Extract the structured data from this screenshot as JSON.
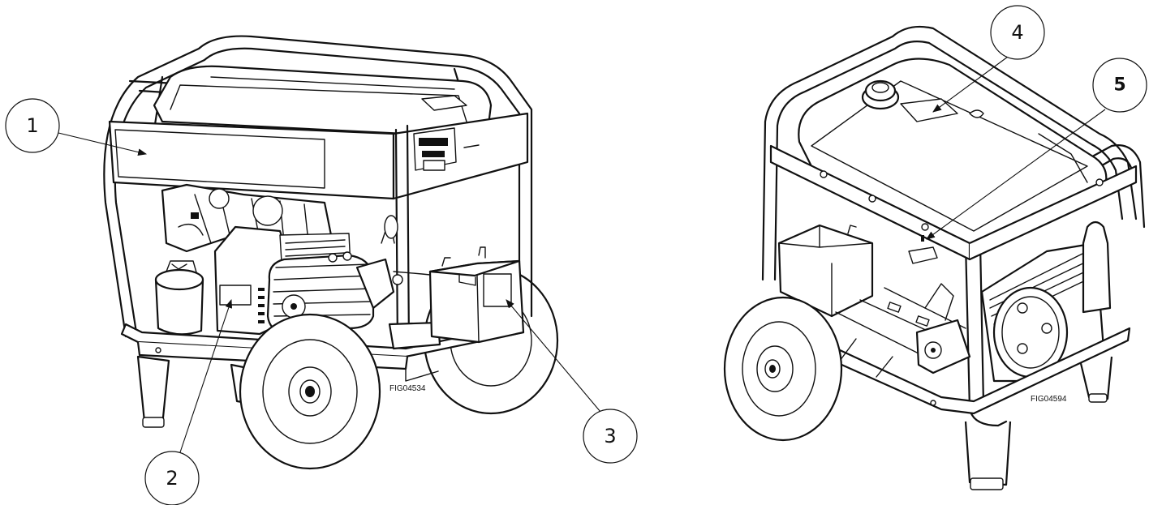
{
  "figures": [
    {
      "id_label": "FIG04534",
      "callouts": [
        {
          "number": "1"
        },
        {
          "number": "2"
        },
        {
          "number": "3"
        }
      ]
    },
    {
      "id_label": "FIG04594",
      "callouts": [
        {
          "number": "4"
        },
        {
          "number": "5"
        }
      ]
    }
  ]
}
